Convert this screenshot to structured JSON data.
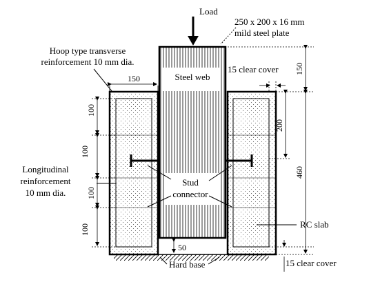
{
  "labels": {
    "load": "Load",
    "plate_line1": "250 x 200 x 16 mm",
    "plate_line2": "mild steel plate",
    "hoop_line1": "Hoop type transverse",
    "hoop_line2": "reinforcement 10 mm dia.",
    "steel_web": "Steel web",
    "long_line1": "Longitudinal",
    "long_line2": "reinforcement",
    "long_line3": "10 mm dia.",
    "stud_line1": "Stud",
    "stud_line2": "connector",
    "rc_slab": "RC slab",
    "hard_base": "Hard base",
    "cover_top": "15 clear cover",
    "cover_bottom": "15 clear cover"
  },
  "dimensions": {
    "slab_width": "150",
    "top_extension": "150",
    "upper_depth": "200",
    "slab_height": "460",
    "stirrup_spacing_1": "100",
    "stirrup_spacing_2": "100",
    "stirrup_spacing_3": "100",
    "stirrup_spacing_4": "100",
    "web_gap": "50"
  },
  "colors": {
    "line": "#000000",
    "background": "#ffffff"
  }
}
